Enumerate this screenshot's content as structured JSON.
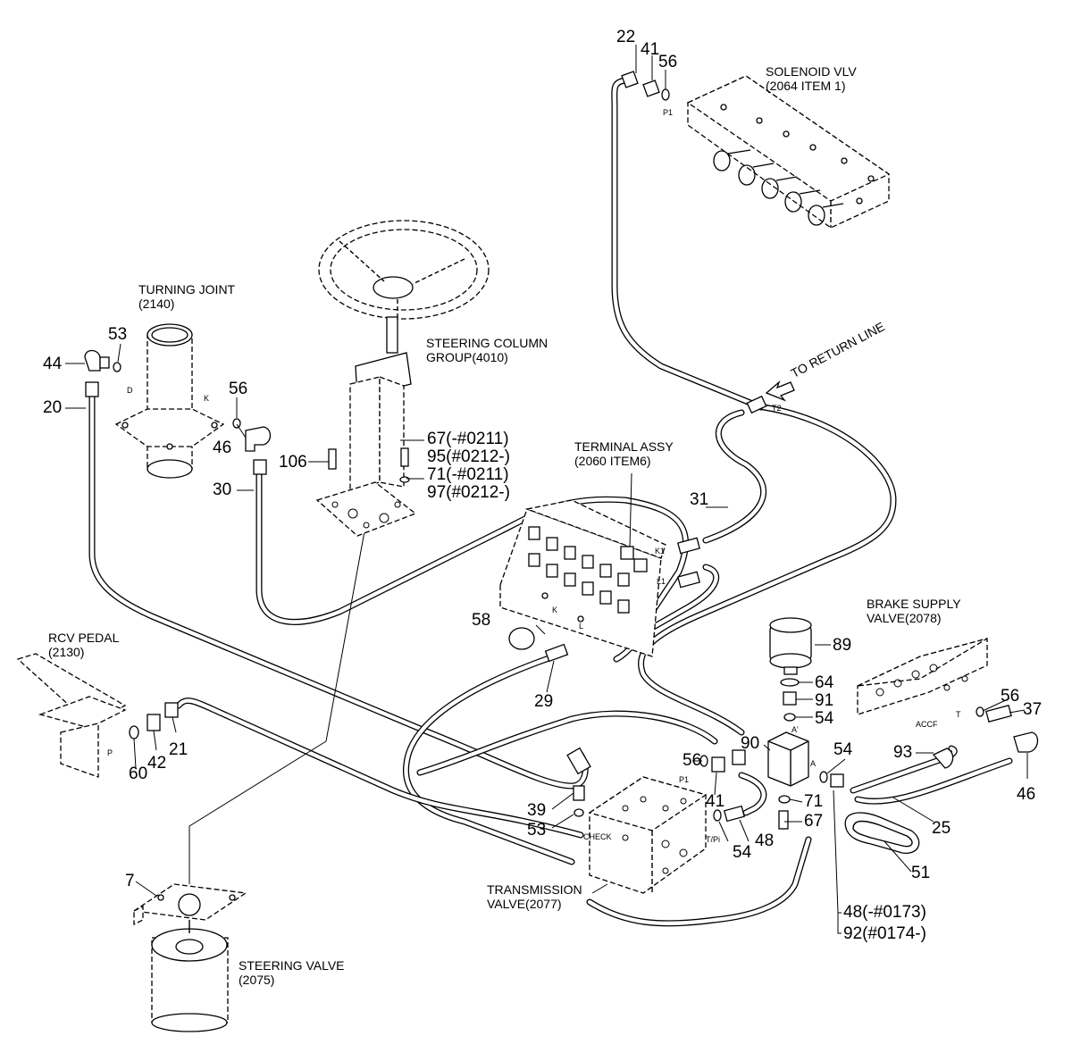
{
  "components": {
    "solenoid_valve": {
      "name": "SOLENOID VLV",
      "ref": "(2064 ITEM 1)",
      "port_p1": "P1"
    },
    "turning_joint": {
      "name": "TURNING JOINT",
      "ref": "(2140)",
      "port_d": "D",
      "port_k": "K"
    },
    "steering_column": {
      "name": "STEERING COLUMN",
      "ref": "GROUP(4010)"
    },
    "return_line": {
      "text": "TO RETURN LINE",
      "port": "T2"
    },
    "terminal_assy": {
      "name": "TERMINAL ASSY",
      "ref": "(2060 ITEM6)",
      "port_k1": "K1",
      "port_l1": "L1",
      "port_k": "K",
      "port_l": "L"
    },
    "brake_supply_valve": {
      "name": "BRAKE SUPPLY",
      "ref": "VALVE(2078)",
      "port_t": "T",
      "port_accf": "ACCF"
    },
    "rcv_pedal": {
      "name": "RCV PEDAL",
      "ref": "(2130)",
      "port_p": "P"
    },
    "transmission_valve": {
      "name": "TRANSMISSION",
      "ref": "VALVE(2077)",
      "port_p1": "P1",
      "port_tpi": "T/Pi",
      "port_check": "CHECK"
    },
    "steering_valve": {
      "name": "STEERING VALVE",
      "ref": "(2075)"
    },
    "block_90": {
      "port_a_top": "A'",
      "port_a": "A"
    }
  },
  "parts": {
    "p22": "22",
    "p41a": "41",
    "p56a": "56",
    "p53a": "53",
    "p44": "44",
    "p20": "20",
    "p56b": "56",
    "p46a": "46",
    "p30": "30",
    "p106": "106",
    "p67a": "67(-#0211)",
    "p95": "95(#0212-)",
    "p71a": "71(-#0211)",
    "p97": "97(#0212-)",
    "p31": "31",
    "p58": "58",
    "p29": "29",
    "p89": "89",
    "p64": "64",
    "p91": "91",
    "p54a": "54",
    "p90": "90",
    "p54b": "54",
    "p56c": "56",
    "p37": "37",
    "p93": "93",
    "p46b": "46",
    "p25": "25",
    "p51": "51",
    "p71b": "71",
    "p67b": "67",
    "p48a": "48(-#0173)",
    "p92": "92(#0174-)",
    "p60": "60",
    "p42": "42",
    "p21": "21",
    "p56d": "56",
    "p41b": "41",
    "p39": "39",
    "p53b": "53",
    "p48b": "48",
    "p54c": "54",
    "p7": "7"
  }
}
